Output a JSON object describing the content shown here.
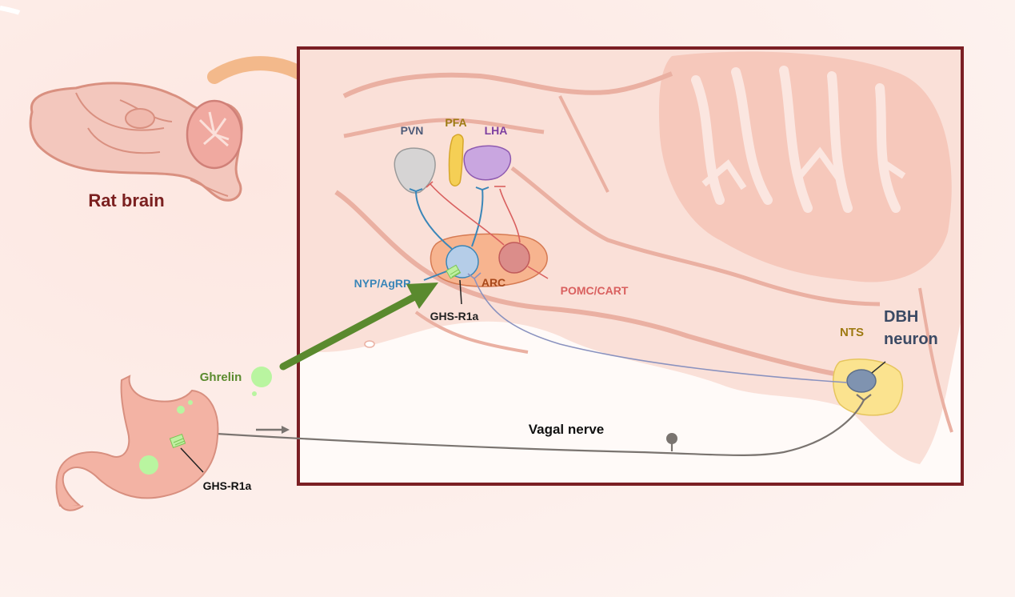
{
  "labels": {
    "rat_brain": "Rat brain",
    "pvn": "PVN",
    "pfa": "PFA",
    "lha": "LHA",
    "npy_agrp": "NYP/AgRP",
    "arc": "ARC",
    "pomc_cart": "POMC/CART",
    "ghs_r1a_brain": "GHS-R1a",
    "nts": "NTS",
    "dbh_line1": "DBH",
    "dbh_line2": "neuron",
    "vagal_nerve": "Vagal nerve",
    "ghrelin": "Ghrelin",
    "ghs_r1a_stomach": "GHS-R1a"
  },
  "colors": {
    "background": "#fdf0ec",
    "frame": "#7b1f24",
    "brain_tissue": "#f6cdc2",
    "brain_outline": "#e9a99b",
    "npy_agrp": "#3a86b8",
    "pomc_cart": "#d9605f",
    "pvn": "#4d5a78",
    "pfa": "#9e7a12",
    "lha": "#7d3fa0",
    "arc": "#a8481b",
    "nts": "#9e7a12",
    "ghrelin": "#5a8a2e",
    "ghrelin_arrow": "#5a8a2e",
    "nerve": "#7a7470"
  }
}
